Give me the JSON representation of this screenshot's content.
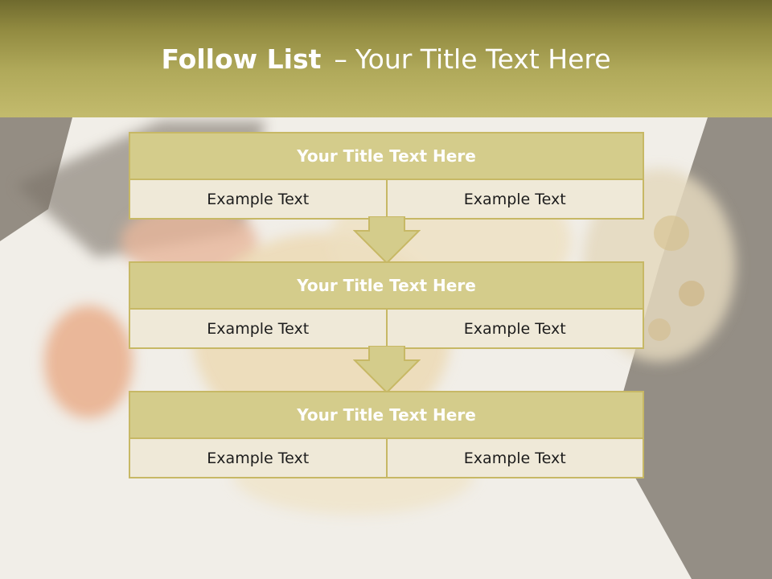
{
  "slide": {
    "title_bold": "Follow List",
    "title_separator": "–",
    "title_rest": "Your Title Text Here"
  },
  "steps": [
    {
      "title": "Your Title Text Here",
      "left": "Example Text",
      "right": "Example Text"
    },
    {
      "title": "Your Title Text Here",
      "left": "Example Text",
      "right": "Example Text"
    },
    {
      "title": "Your Title Text Here",
      "left": "Example Text",
      "right": "Example Text"
    }
  ],
  "colors": {
    "header": "#b0a95a",
    "block_header": "#d4cc8b",
    "block_body": "#efe9d8",
    "border": "#c7b865"
  }
}
